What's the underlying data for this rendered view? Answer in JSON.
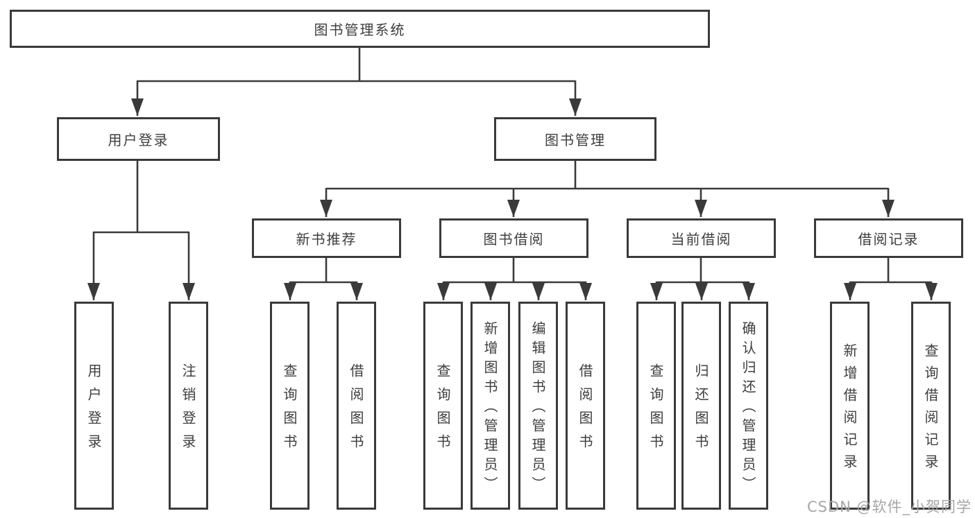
{
  "nodes": {
    "root": {
      "label": "图书管理系统"
    },
    "user_login": {
      "label": "用户登录"
    },
    "book_mgmt": {
      "label": "图书管理"
    },
    "new_book_rec": {
      "label": "新书推荐"
    },
    "book_borrow": {
      "label": "图书借阅"
    },
    "current_borrow": {
      "label": "当前借阅"
    },
    "borrow_records": {
      "label": "借阅记录"
    },
    "leaf_user_login": {
      "label": "用户登录"
    },
    "leaf_logout": {
      "label": "注销登录"
    },
    "leaf_nb_query_books": {
      "label": "查询图书"
    },
    "leaf_nb_borrow_books": {
      "label": "借阅图书"
    },
    "leaf_bb_query_books": {
      "label": "查询图书"
    },
    "leaf_bb_add_books": {
      "label": "新增图书（管理员）"
    },
    "leaf_bb_edit_books": {
      "label": "编辑图书（管理员）"
    },
    "leaf_bb_borrow_books": {
      "label": "借阅图书"
    },
    "leaf_cb_query_books": {
      "label": "查询图书"
    },
    "leaf_cb_return_books": {
      "label": "归还图书"
    },
    "leaf_cb_confirm_return": {
      "label": "确认归还（管理员）"
    },
    "leaf_br_add_record": {
      "label": "新增借阅记录"
    },
    "leaf_br_query_record": {
      "label": "查询借阅记录"
    }
  },
  "watermark": {
    "text": "CSDN @软件_小贺同学"
  },
  "colors": {
    "line": "#3a3a3a",
    "text": "#3d3d3d",
    "watermark": "#a6a6a6",
    "background": "#ffffff"
  }
}
